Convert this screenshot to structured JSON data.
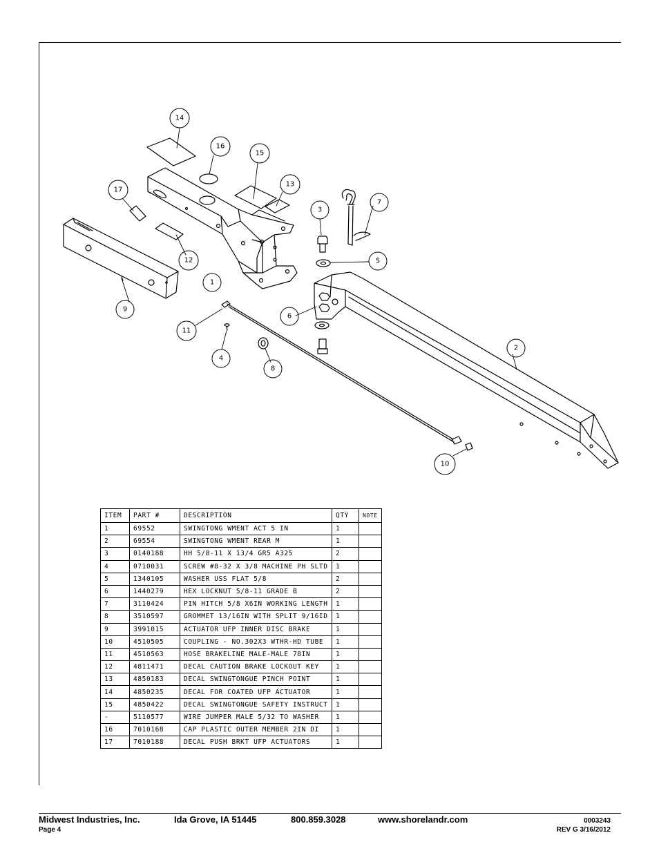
{
  "diagram": {
    "balloons": [
      "14",
      "16",
      "15",
      "13",
      "17",
      "3",
      "7",
      "5",
      "12",
      "1",
      "9",
      "6",
      "11",
      "4",
      "8",
      "2",
      "10"
    ]
  },
  "parts_table": {
    "headers": [
      "ITEM",
      "PART #",
      "DESCRIPTION",
      "QTY",
      "NOTE"
    ],
    "rows": [
      [
        "1",
        "69552",
        "SWINGTONG WMENT ACT 5 IN",
        "1",
        ""
      ],
      [
        "2",
        "69554",
        "SWINGTONG WMENT REAR M",
        "1",
        ""
      ],
      [
        "3",
        "0140188",
        "HH 5/8-11 X 13/4  GR5 A325",
        "2",
        ""
      ],
      [
        "4",
        "0710031",
        "SCREW #8-32 X 3/8 MACHINE PH SLTD",
        "1",
        ""
      ],
      [
        "5",
        "1340105",
        "WASHER USS FLAT 5/8",
        "2",
        ""
      ],
      [
        "6",
        "1440279",
        "HEX LOCKNUT 5/8-11 GRADE B",
        "2",
        ""
      ],
      [
        "7",
        "3110424",
        "PIN HITCH 5/8 X6IN WORKING LENGTH",
        "1",
        ""
      ],
      [
        "8",
        "3510597",
        "GROMMET 13/16IN  WITH SPLIT 9/16ID",
        "1",
        ""
      ],
      [
        "9",
        "3991015",
        "ACTUATOR UFP INNER  DISC BRAKE",
        "1",
        ""
      ],
      [
        "10",
        "4510505",
        "COUPLING - NO.302X3 WTHR-HD TUBE",
        "1",
        ""
      ],
      [
        "11",
        "4510563",
        "HOSE BRAKELINE MALE-MALE 78IN",
        "1",
        ""
      ],
      [
        "12",
        "4811471",
        "DECAL CAUTION BRAKE LOCKOUT KEY",
        "1",
        ""
      ],
      [
        "13",
        "4850183",
        "DECAL SWINGTONGUE PINCH POINT",
        "1",
        ""
      ],
      [
        "14",
        "4850235",
        "DECAL FOR COATED UFP ACTUATOR",
        "1",
        ""
      ],
      [
        "15",
        "4850422",
        "DECAL SWINGTONGUE SAFETY INSTRUCT",
        "1",
        ""
      ],
      [
        "-",
        "5110577",
        "WIRE JUMPER MALE 5/32 TO WASHER",
        "1",
        ""
      ],
      [
        "16",
        "7010168",
        "CAP  PLASTIC OUTER MEMBER 2IN DI",
        "1",
        ""
      ],
      [
        "17",
        "7010188",
        "DECAL PUSH BRKT UFP ACTUATORS",
        "1",
        ""
      ]
    ]
  },
  "footer": {
    "company": "Midwest Industries, Inc.",
    "city": "Ida Grove, IA  51445",
    "phone": "800.859.3028",
    "website": "www.shorelandr.com",
    "page": "Page 4",
    "doc_number": "0003243",
    "revision": "REV  G  3/16/2012"
  }
}
